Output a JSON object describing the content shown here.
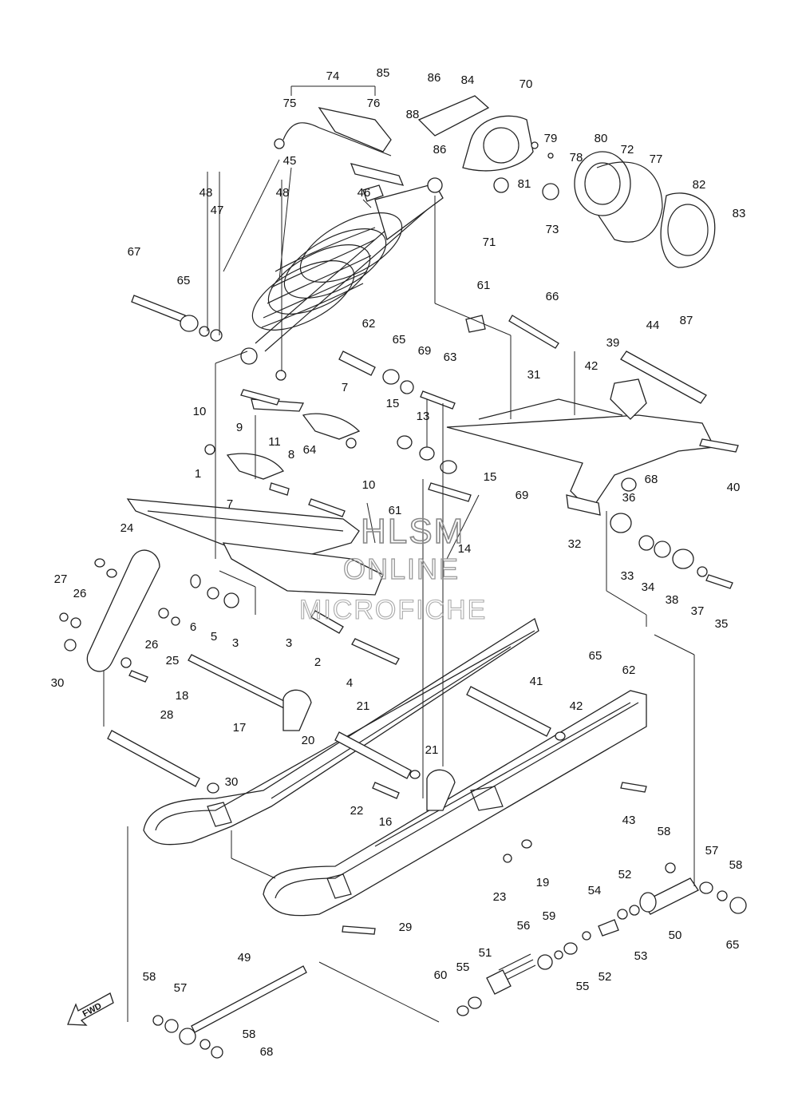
{
  "labels": [
    "1",
    "2",
    "3",
    "4",
    "5",
    "6",
    "7",
    "8",
    "9",
    "10",
    "11",
    "13",
    "14",
    "15",
    "16",
    "17",
    "18",
    "19",
    "20",
    "21",
    "22",
    "23",
    "24",
    "25",
    "26",
    "27",
    "28",
    "29",
    "30",
    "31",
    "32",
    "33",
    "34",
    "35",
    "36",
    "37",
    "38",
    "39",
    "40",
    "41",
    "42",
    "43",
    "44",
    "45",
    "46",
    "47",
    "48",
    "49",
    "50",
    "51",
    "52",
    "53",
    "54",
    "55",
    "56",
    "57",
    "58",
    "59",
    "60",
    "61",
    "62",
    "63",
    "64",
    "65",
    "66",
    "67",
    "68",
    "69",
    "70",
    "71",
    "72",
    "73",
    "74",
    "75",
    "76",
    "77",
    "78",
    "79",
    "80",
    "81",
    "82",
    "83",
    "84",
    "85",
    "86",
    "87",
    "88"
  ],
  "watermark": {
    "line1": "HLSM",
    "line2": "ONLINE",
    "line3": "MICROFICHE"
  },
  "fwd_label": "FWD"
}
